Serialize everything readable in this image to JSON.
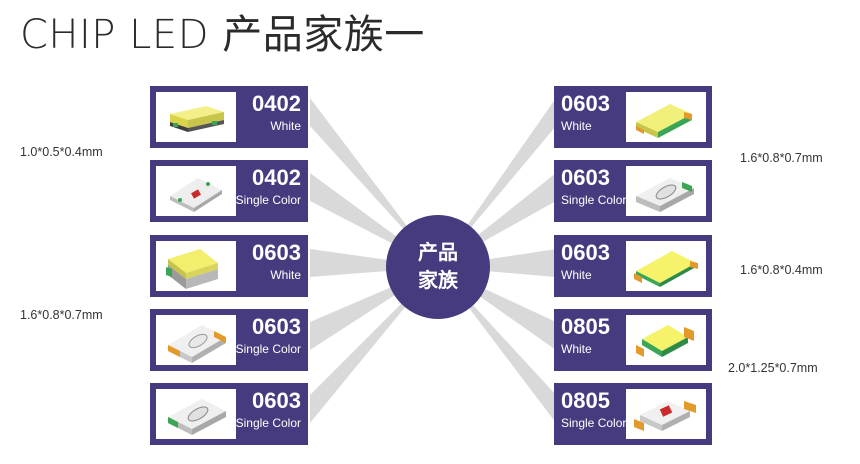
{
  "title": "CHIP LED 产品家族一",
  "hub": {
    "line1": "产品",
    "line2": "家族"
  },
  "colors": {
    "accent": "#463b7e",
    "ray": "#d9d9d9"
  },
  "left_items": [
    {
      "code": "0402",
      "sub": "White",
      "icon": "led-0402-white-chip"
    },
    {
      "code": "0402",
      "sub": "Single Color",
      "icon": "led-0402-single-color-chip"
    },
    {
      "code": "0603",
      "sub": "White",
      "icon": "led-0603-white-chip"
    },
    {
      "code": "0603",
      "sub": "Single Color",
      "icon": "led-0603-single-color-chip"
    },
    {
      "code": "0603",
      "sub": "Single Color",
      "icon": "led-0603-single-color-chip"
    }
  ],
  "right_items": [
    {
      "code": "0603",
      "sub": "White",
      "icon": "led-0603-white-chip"
    },
    {
      "code": "0603",
      "sub": "Single Color",
      "icon": "led-0603-single-color-chip"
    },
    {
      "code": "0603",
      "sub": "White",
      "icon": "led-0603-white-chip"
    },
    {
      "code": "0805",
      "sub": "White",
      "icon": "led-0805-white-chip"
    },
    {
      "code": "0805",
      "sub": "Single Color",
      "icon": "led-0805-single-color-chip"
    }
  ],
  "dimensions": {
    "left_1": "1.0*0.5*0.4mm",
    "left_2": "1.6*0.8*0.7mm",
    "right_1": "1.6*0.8*0.7mm",
    "right_2": "1.6*0.8*0.4mm",
    "right_3": "2.0*1.25*0.7mm"
  }
}
